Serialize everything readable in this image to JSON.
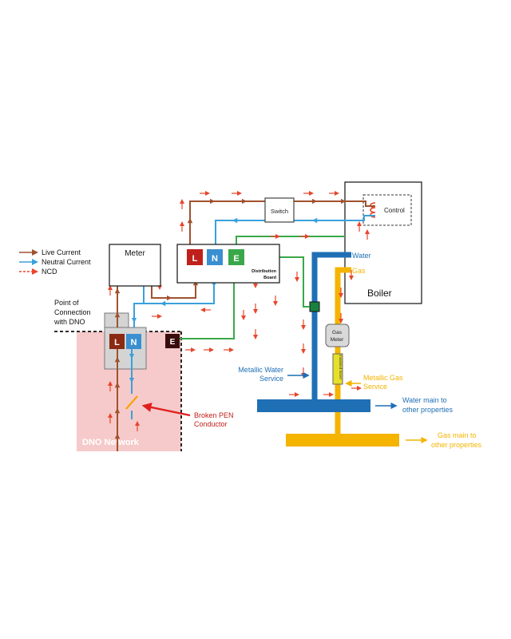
{
  "legend": {
    "live": "Live Current",
    "neutral": "Neutral Current",
    "ncd": "NCD"
  },
  "labels": {
    "meter": "Meter",
    "switch": "Switch",
    "control": "Control",
    "boiler": "Boiler",
    "water": "Water",
    "gas": "Gas",
    "distribution_board_line1": "Distribution",
    "distribution_board_line2": "Board",
    "point_of_connection": [
      "Point of",
      "Connection",
      "with DNO"
    ],
    "gas_meter": [
      "Gas",
      "Meter"
    ],
    "insulated_insert": "Insulated Insert",
    "metallic_water_service": [
      "Metallic Water",
      "Service"
    ],
    "metallic_gas_service": [
      "Metallic Gas",
      "Service"
    ],
    "water_main": [
      "Water main to",
      "other properties"
    ],
    "gas_main": [
      "Gas main to",
      "other properties"
    ],
    "broken_pen": [
      "Broken PEN",
      "Conductor"
    ],
    "dno_network": "DNO Network"
  },
  "terminals": {
    "db_l": "L",
    "db_n": "N",
    "db_e": "E",
    "dno_l": "L",
    "dno_n": "N",
    "dno_e": "E"
  },
  "colors": {
    "live": "#a0522d",
    "neutral": "#3aa0dc",
    "ncd": "#e8452c",
    "earth": "#3aa84a",
    "water_pipe": "#1f6fb5",
    "gas_pipe": "#f4b400",
    "terminal_l": "#c0201c",
    "terminal_n": "#3a8fd0",
    "terminal_e": "#3aa84a",
    "dno_area": "#f6caca",
    "broken_pen_arrow": "#e02020"
  }
}
